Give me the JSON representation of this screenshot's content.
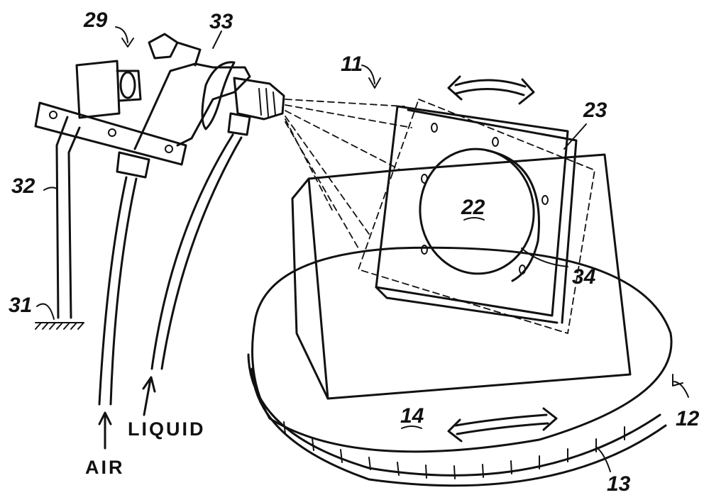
{
  "labels": {
    "gun": "29",
    "trigger": "33",
    "assembly": "11",
    "plate": "23",
    "stand": "32",
    "base_mount": "31",
    "disk": "22",
    "edge": "34",
    "turntable_top": "14",
    "turntable_rim": "13",
    "turntable": "12"
  },
  "captions": {
    "air": "AIR",
    "liquid": "LIQUID"
  }
}
